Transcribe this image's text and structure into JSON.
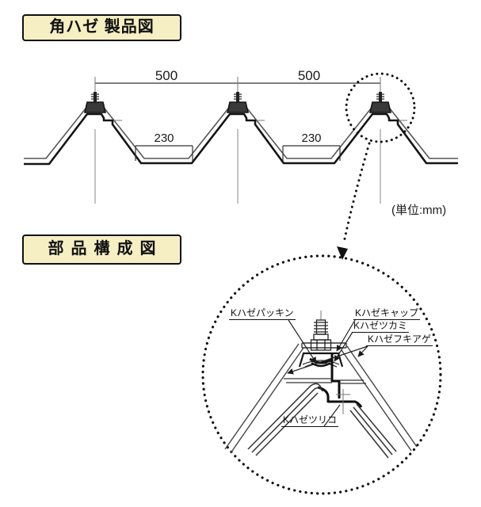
{
  "page": {
    "background": "#ffffff"
  },
  "product": {
    "title": "角ハゼ 製品図",
    "dim_pitch_left": "500",
    "dim_pitch_right": "500",
    "dim_valley_left": "230",
    "dim_valley_right": "230",
    "unit_note": "(単位:mm)"
  },
  "parts": {
    "title": "部品構成図",
    "label_packing": "Kハゼパッキン",
    "label_cap": "Kハゼキャップ",
    "label_tsukami": "Kハゼツカミ",
    "label_fukiage": "Kハゼフキアゲ",
    "label_tsuriko": "Kハゼツリコ"
  },
  "colors": {
    "highlight_bg": "#f5efc3",
    "ink": "#1a1a1a",
    "sheet_outer_gray": "#555555",
    "sheet_inner_dark": "#141414"
  }
}
